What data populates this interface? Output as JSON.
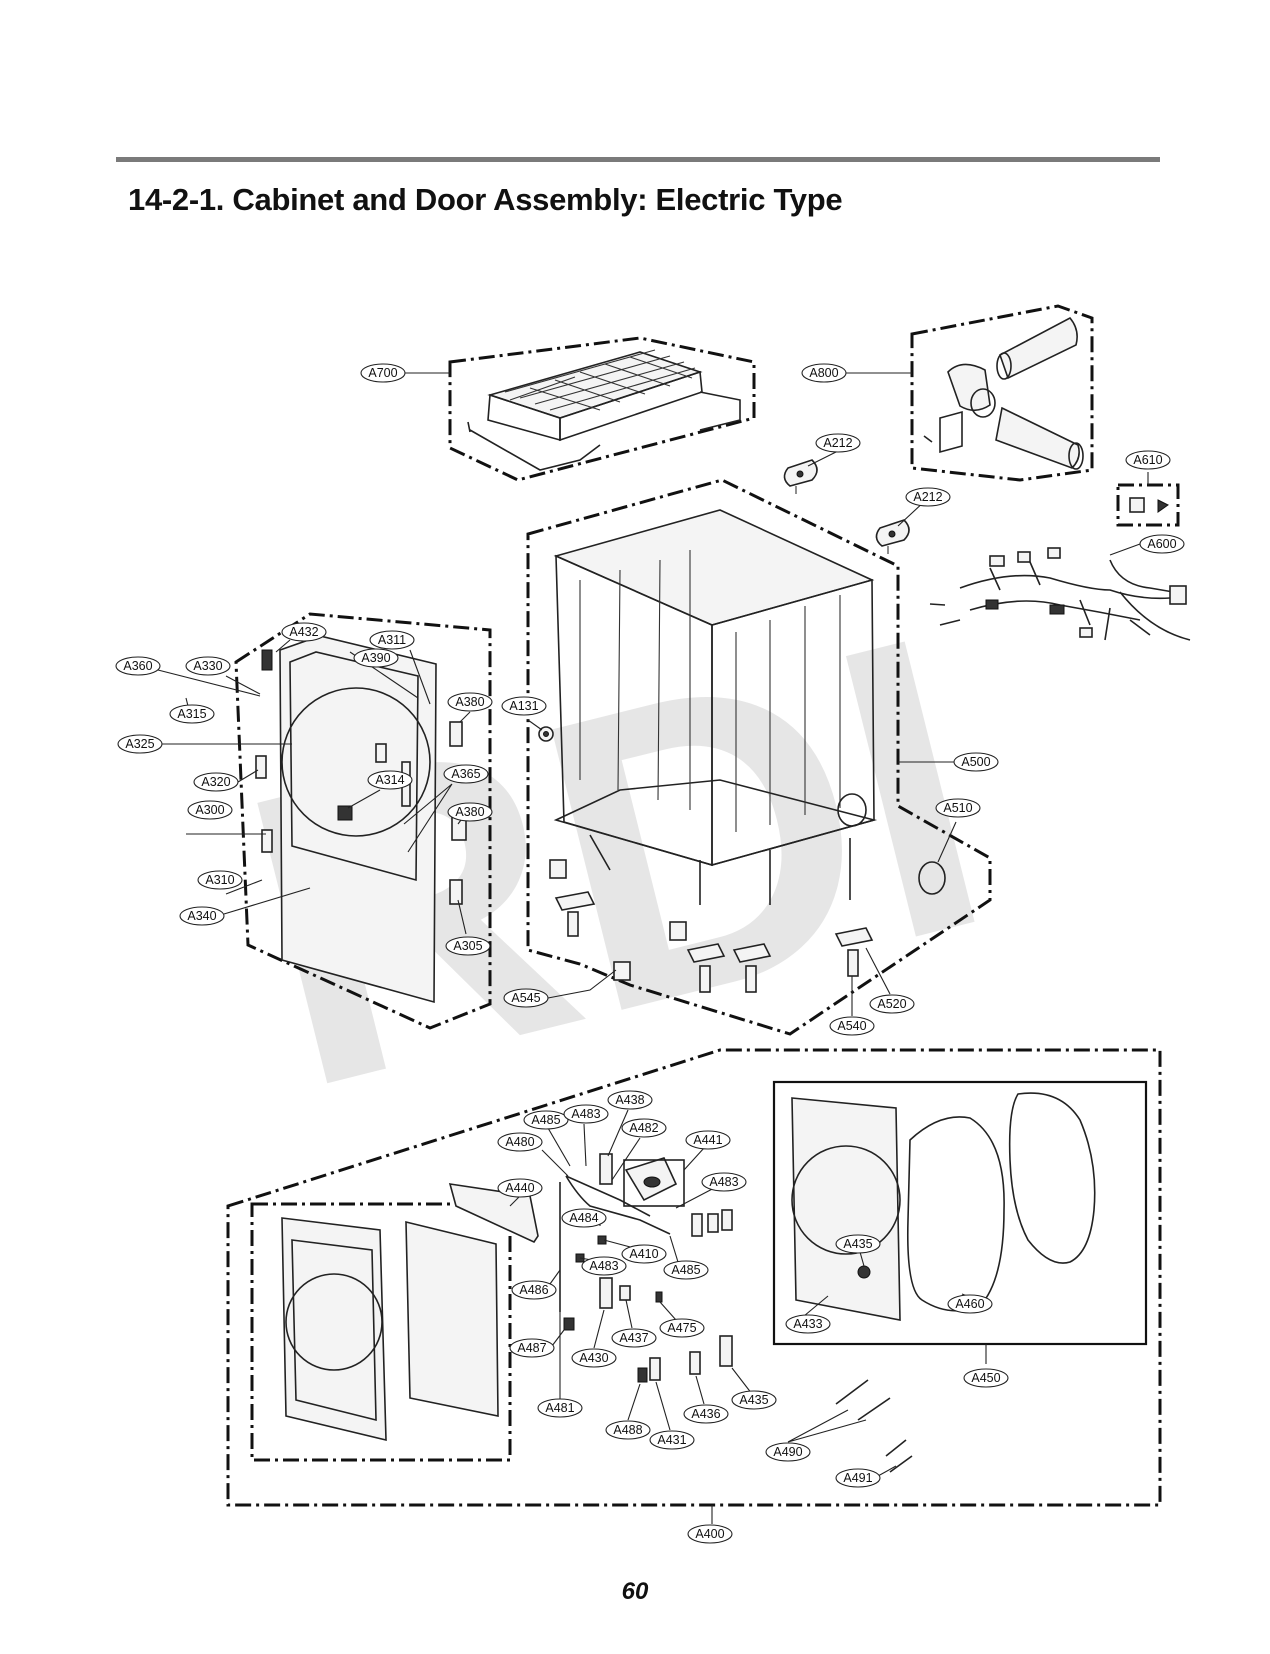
{
  "header": {
    "title": "14-2-1. Cabinet and Door Assembly: Electric Type"
  },
  "watermark": "RDI",
  "footer": {
    "page_number": "60"
  },
  "part_labels": [
    {
      "id": "A700",
      "text": "A700"
    },
    {
      "id": "A800",
      "text": "A800"
    },
    {
      "id": "A212a",
      "text": "A212"
    },
    {
      "id": "A212b",
      "text": "A212"
    },
    {
      "id": "A610",
      "text": "A610"
    },
    {
      "id": "A600",
      "text": "A600"
    },
    {
      "id": "A432",
      "text": "A432"
    },
    {
      "id": "A311",
      "text": "A311"
    },
    {
      "id": "A390",
      "text": "A390"
    },
    {
      "id": "A360",
      "text": "A360"
    },
    {
      "id": "A330",
      "text": "A330"
    },
    {
      "id": "A315",
      "text": "A315"
    },
    {
      "id": "A380a",
      "text": "A380"
    },
    {
      "id": "A131",
      "text": "A131"
    },
    {
      "id": "A325",
      "text": "A325"
    },
    {
      "id": "A314",
      "text": "A314"
    },
    {
      "id": "A365",
      "text": "A365"
    },
    {
      "id": "A320",
      "text": "A320"
    },
    {
      "id": "A500",
      "text": "A500"
    },
    {
      "id": "A300",
      "text": "A300"
    },
    {
      "id": "A380b",
      "text": "A380"
    },
    {
      "id": "A510",
      "text": "A510"
    },
    {
      "id": "A310",
      "text": "A310"
    },
    {
      "id": "A340",
      "text": "A340"
    },
    {
      "id": "A305",
      "text": "A305"
    },
    {
      "id": "A545",
      "text": "A545"
    },
    {
      "id": "A520",
      "text": "A520"
    },
    {
      "id": "A540",
      "text": "A540"
    },
    {
      "id": "A438",
      "text": "A438"
    },
    {
      "id": "A485a",
      "text": "A485"
    },
    {
      "id": "A483a",
      "text": "A483"
    },
    {
      "id": "A482",
      "text": "A482"
    },
    {
      "id": "A480",
      "text": "A480"
    },
    {
      "id": "A441",
      "text": "A441"
    },
    {
      "id": "A483b",
      "text": "A483"
    },
    {
      "id": "A440",
      "text": "A440"
    },
    {
      "id": "A484",
      "text": "A484"
    },
    {
      "id": "A410",
      "text": "A410"
    },
    {
      "id": "A485b",
      "text": "A485"
    },
    {
      "id": "A435a",
      "text": "A435"
    },
    {
      "id": "A483c",
      "text": "A483"
    },
    {
      "id": "A486",
      "text": "A486"
    },
    {
      "id": "A460",
      "text": "A460"
    },
    {
      "id": "A437",
      "text": "A437"
    },
    {
      "id": "A475",
      "text": "A475"
    },
    {
      "id": "A433",
      "text": "A433"
    },
    {
      "id": "A430",
      "text": "A430"
    },
    {
      "id": "A487",
      "text": "A487"
    },
    {
      "id": "A450",
      "text": "A450"
    },
    {
      "id": "A435b",
      "text": "A435"
    },
    {
      "id": "A481",
      "text": "A481"
    },
    {
      "id": "A436",
      "text": "A436"
    },
    {
      "id": "A488",
      "text": "A488"
    },
    {
      "id": "A431",
      "text": "A431"
    },
    {
      "id": "A490",
      "text": "A490"
    },
    {
      "id": "A491",
      "text": "A491"
    },
    {
      "id": "A400",
      "text": "A400"
    }
  ]
}
